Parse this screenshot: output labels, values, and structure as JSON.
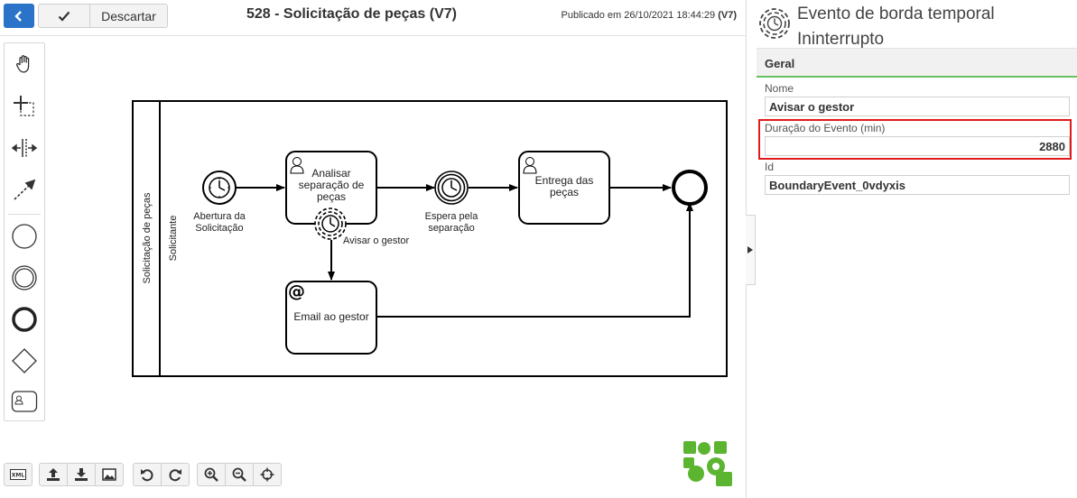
{
  "toolbar": {
    "discard_label": "Descartar",
    "title": "528 - Solicitação de peças (V7)",
    "published_prefix": "Publicado em 26/10/2021 18:44:29",
    "published_version": "(V7)"
  },
  "diagram": {
    "pool_label": "Solicitação de peças",
    "lane_label": "Solicitante",
    "start_event_label": "Abertura da Solicitação",
    "task1_label": "Analisar separação de peças",
    "boundary_event_label": "Avisar o gestor",
    "intermediate_event_label": "Espera pela separação",
    "task2_label": "Entrega das peças",
    "email_task_label": "Email ao gestor"
  },
  "panel": {
    "title": "Evento de borda temporal Ininterrupto",
    "section": "Geral",
    "fields": {
      "name_label": "Nome",
      "name_value": "Avisar o gestor",
      "duration_label": "Duração do Evento (min)",
      "duration_value": "2880",
      "id_label": "Id",
      "id_value": "BoundaryEvent_0vdyxis"
    }
  },
  "icons": {
    "back": "chevron-left-icon",
    "confirm": "check-icon",
    "palette": [
      "hand-tool-icon",
      "lasso-tool-icon",
      "space-tool-icon",
      "connect-tool-icon",
      "start-event-icon",
      "intermediate-event-icon",
      "end-event-icon",
      "gateway-icon",
      "user-task-icon"
    ],
    "bottom": [
      "xml-icon",
      "upload-icon",
      "download-icon",
      "image-icon",
      "undo-icon",
      "redo-icon",
      "zoom-in-icon",
      "zoom-out-icon",
      "center-icon"
    ]
  },
  "colors": {
    "accent_blue": "#2a73c8",
    "section_green": "#67c160",
    "highlight_red": "#e11a1a",
    "logo_green": "#5cb531"
  }
}
